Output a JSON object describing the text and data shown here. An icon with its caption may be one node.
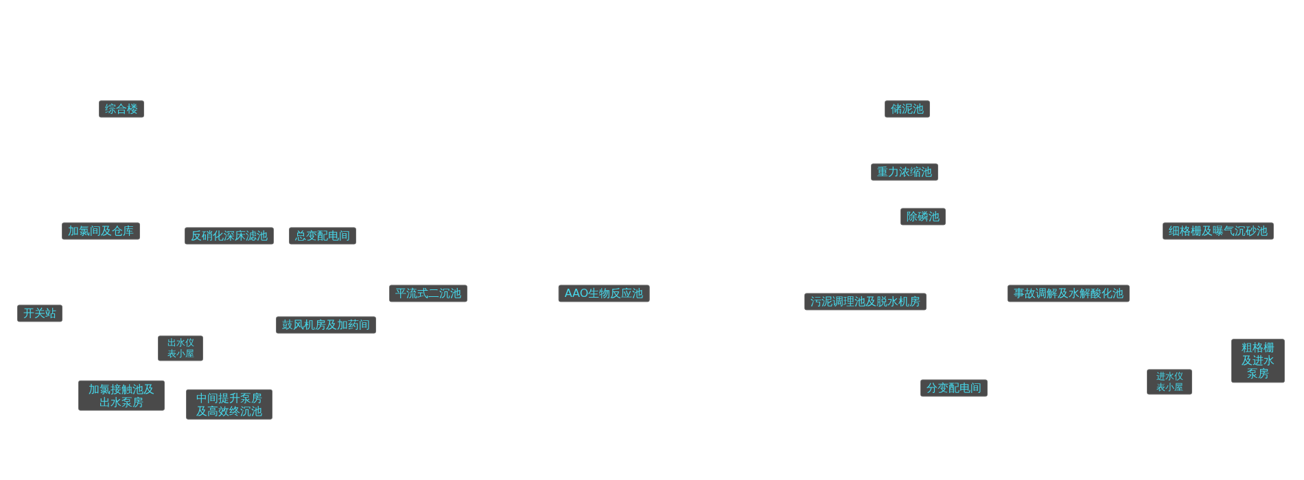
{
  "diagram": {
    "nodes": [
      {
        "text": [
          "综合楼"
        ]
      },
      {
        "text": [
          "储泥池"
        ]
      },
      {
        "text": [
          "重力浓缩池"
        ]
      },
      {
        "text": [
          "除磷池"
        ]
      },
      {
        "text": [
          "加氯间及仓库"
        ]
      },
      {
        "text": [
          "细格栅及曝气沉砂池"
        ]
      },
      {
        "text": [
          "反硝化深床滤池"
        ]
      },
      {
        "text": [
          "总变配电间"
        ]
      },
      {
        "text": [
          "平流式二沉池"
        ]
      },
      {
        "text": [
          "AAO生物反应池"
        ]
      },
      {
        "text": [
          "事故调解及水解酸化池"
        ]
      },
      {
        "text": [
          "污泥调理池及脱水机房"
        ]
      },
      {
        "text": [
          "开关站"
        ]
      },
      {
        "text": [
          "鼓风机房及加药间"
        ]
      },
      {
        "text": [
          "出水仪表小屋"
        ]
      },
      {
        "text": [
          "粗格栅及进水泵房"
        ]
      },
      {
        "text": [
          "进水仪表小屋"
        ]
      },
      {
        "text": [
          "分变配电间"
        ]
      },
      {
        "text": [
          "加氯接触池及出水泵房"
        ]
      },
      {
        "text": [
          "中间提升泵房及高效终沉池"
        ]
      }
    ]
  }
}
